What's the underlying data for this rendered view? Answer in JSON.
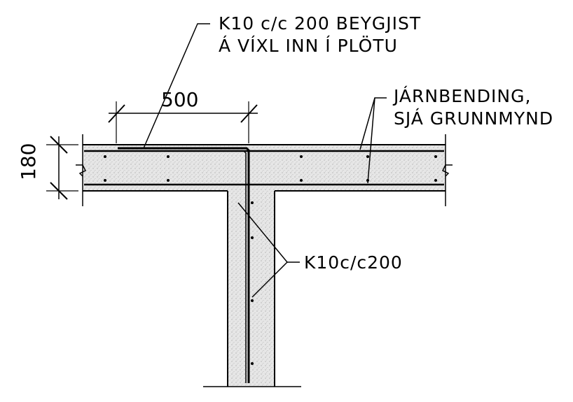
{
  "annotations": {
    "top_bar_line1": "K10 c/c 200 BEYGJIST",
    "top_bar_line2": "Á VÍXL INN Í PLÖTU",
    "slab_reinf_line1": "JÁRNBENDING,",
    "slab_reinf_line2": "SJÁ GRUNNMYND",
    "wall_reinf": "K10c/c200"
  },
  "dimensions": {
    "horizontal": "500",
    "slab_thickness": "180"
  },
  "colors": {
    "line": "#000000",
    "concrete": "#e6e6e6",
    "background": "#ffffff"
  }
}
